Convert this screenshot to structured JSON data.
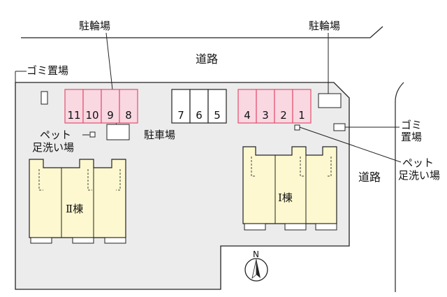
{
  "labels": {
    "bicycle_parking": "駐輪場",
    "road": "道路",
    "garbage": "ゴミ置場",
    "garbage_line1": "ゴミ",
    "garbage_line2": "置場",
    "pet_wash_line1": "ペット",
    "pet_wash_line2": "足洗い場",
    "car_parking": "駐車場",
    "building_2": "Ⅱ棟",
    "building_1": "Ⅰ棟",
    "north": "N"
  },
  "parking": {
    "left_group": [
      "11",
      "10",
      "9",
      "8"
    ],
    "middle_group": [
      "7",
      "6",
      "5"
    ],
    "right_group": [
      "4",
      "3",
      "2",
      "1"
    ]
  },
  "colors": {
    "highlight_fill": "#f9d8e2",
    "highlight_stroke": "#e2506e",
    "site_fill": "#ececec",
    "building_fill": "#fdf8cf",
    "line": "#222222"
  }
}
